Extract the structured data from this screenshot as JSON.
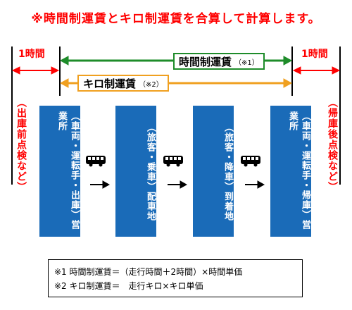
{
  "title": "※時間制運賃とキロ制運賃を合算して計算します。",
  "left_hour_label": "1時間",
  "right_hour_label": "1時間",
  "time_fare": {
    "label": "時間制運賃",
    "note": "（※1）",
    "color": "#1e8c2a"
  },
  "km_fare": {
    "label": "キロ制運賃",
    "note": "（※2）",
    "color": "#f0a020"
  },
  "left_side_note": "（出庫前点検など）",
  "right_side_note": "（帰庫後点検など）",
  "boxes": [
    {
      "text": "（車両・運転手・出庫）営業所"
    },
    {
      "text": "（旅客・乗車）配車地"
    },
    {
      "text": "（旅客・降車）到着地"
    },
    {
      "text": "（車両・運転手・帰庫）営業所"
    }
  ],
  "notes": {
    "line1": "※1 時間制運賃＝（走行時間＋2時間）×時間単価",
    "line2": "※2 キロ制運賃＝　走行キロ×キロ単価"
  },
  "colors": {
    "red": "#ff0000",
    "box_blue": "#1a6bb8",
    "green": "#1e8c2a",
    "orange": "#f0a020"
  }
}
